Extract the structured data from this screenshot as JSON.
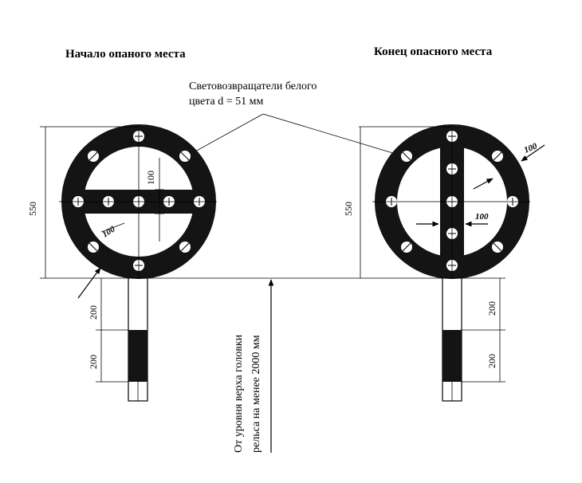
{
  "signs": {
    "start": {
      "title": "Начало опаного места"
    },
    "end": {
      "title": "Конец опасного места"
    }
  },
  "callout": {
    "line1": "Световозвращатели белого",
    "line2": "цвета d = 51 мм"
  },
  "dimensions": {
    "diameter": "550",
    "bar_width": "100",
    "ring_width": "100",
    "post_white": "200",
    "post_black": "200"
  },
  "height_note": {
    "line1": "От уровня верха головки",
    "line2": "рельса на менее 2000 мм"
  },
  "colors": {
    "sign": "#141414",
    "reflector": "#ffffff",
    "post_stripe": "#141414"
  }
}
